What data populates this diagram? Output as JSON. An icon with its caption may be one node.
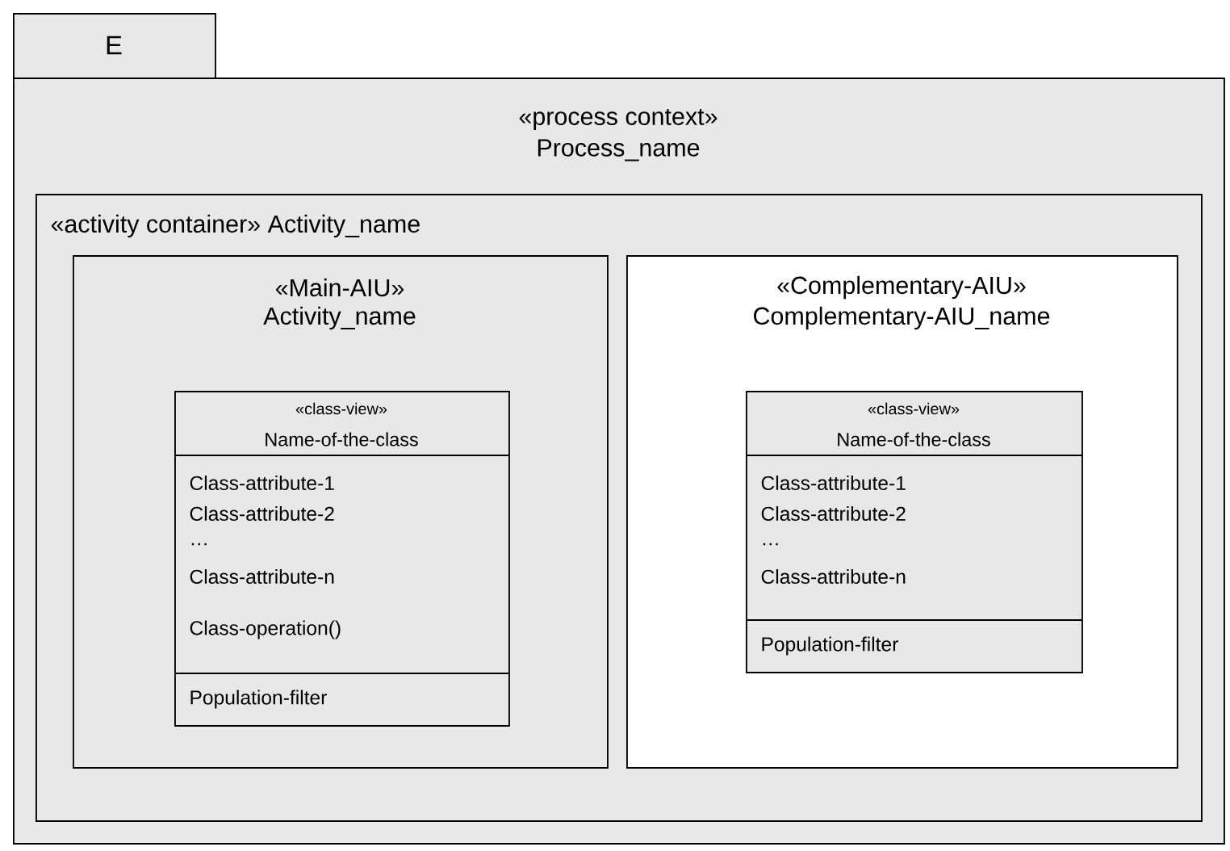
{
  "diagram": {
    "nodes": [
      {
        "text": [
          "E"
        ]
      },
      {
        "text": [
          "«process context»",
          "Process_name"
        ]
      },
      {
        "text": [
          "«activity container» Activity_name"
        ],
        "in": 1
      },
      {
        "text": [
          "«Main-AIU»",
          "Activity_name"
        ],
        "in": 2
      },
      {
        "text": [
          "«class-view»",
          "Name-of-the-class",
          "Class-attribute-1",
          "Class-attribute-2",
          "…",
          "Class-attribute-n",
          "Class-operation()",
          "Population-filter"
        ],
        "in": 3
      },
      {
        "text": [
          "«Complementary-AIU»",
          "Complementary-AIU_name"
        ],
        "in": 2
      },
      {
        "text": [
          "«class-view»",
          "Name-of-the-class",
          "Class-attribute-1",
          "Class-attribute-2",
          "…",
          "Class-attribute-n",
          "Population-filter"
        ],
        "in": 5
      }
    ]
  }
}
